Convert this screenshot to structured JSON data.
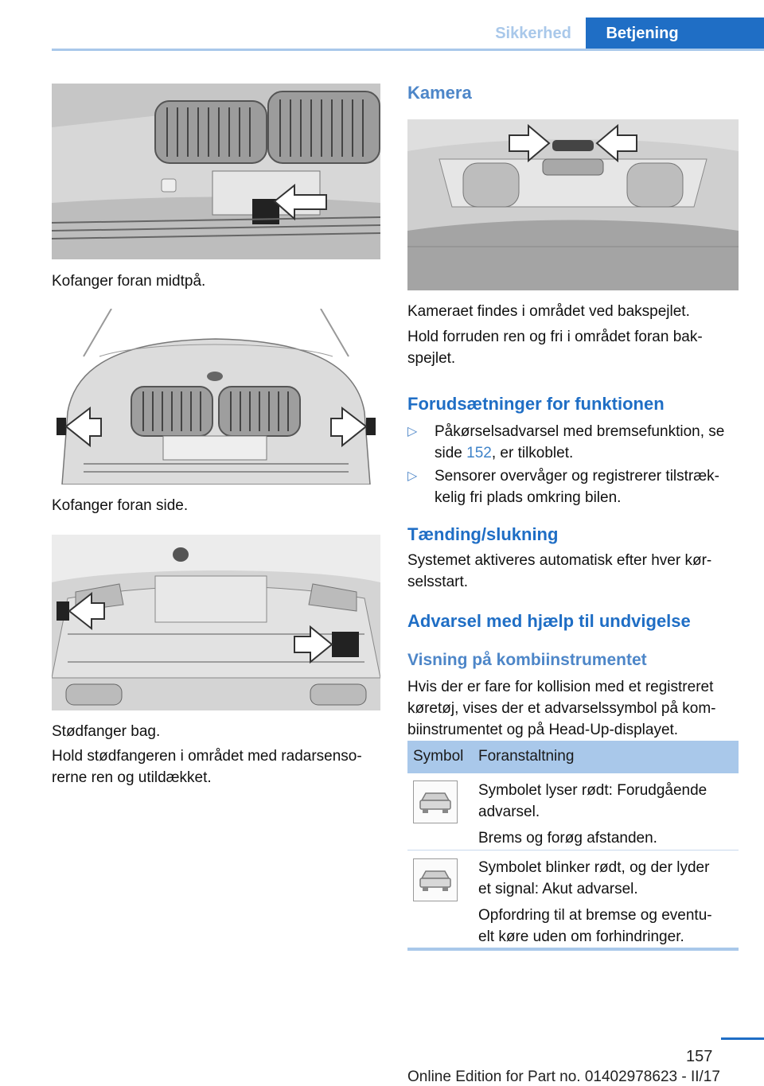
{
  "header": {
    "tab_inactive": "Sikkerhed",
    "tab_active": "Betjening"
  },
  "left": {
    "caption_front_middle": "Kofanger foran midtpå.",
    "caption_front_side": "Kofanger foran side.",
    "caption_rear": "Stødfanger bag.",
    "para_rear_1": "Hold stødfangeren i området med radarsenso-",
    "para_rear_2": "rerne ren og utildækket."
  },
  "right": {
    "heading_camera": "Kamera",
    "camera_p1": "Kameraet findes i området ved bakspejlet.",
    "camera_p2_1": "Hold forruden ren og fri i området foran bak-",
    "camera_p2_2": "spejlet.",
    "heading_prereq": "Forudsætninger for funktionen",
    "bullet_mark": "▷",
    "bullet1_a": "Påkørselsadvarsel med bremsefunktion, se",
    "bullet1_b_pre": "side ",
    "bullet1_link": "152",
    "bullet1_b_post": ", er tilkoblet.",
    "bullet2_a": "Sensorer overvåger og registrerer tilstræk-",
    "bullet2_b": "kelig fri plads omkring bilen.",
    "heading_ignition": "Tænding/slukning",
    "ignition_p1": "Systemet aktiveres automatisk efter hver kør-",
    "ignition_p2": "selsstart.",
    "heading_warning": "Advarsel med hjælp til undvigelse",
    "heading_display": "Visning på kombiinstrumentet",
    "display_p1": "Hvis der er fare for kollision med et registreret",
    "display_p2": "køretøj, vises der et advarselssymbol på kom-",
    "display_p3": "biinstrumentet og på Head-Up-displayet."
  },
  "table": {
    "col_symbol": "Symbol",
    "col_action": "Foranstaltning",
    "rows": [
      {
        "l1": "Symbolet lyser rødt: Forudgående",
        "l2": "advarsel.",
        "l3": "Brems og forøg afstanden."
      },
      {
        "l1": "Symbolet blinker rødt, og der lyder",
        "l2": "et signal: Akut advarsel.",
        "l3": "Opfordring til at bremse og eventu-",
        "l4": "elt køre uden om forhindringer."
      }
    ]
  },
  "footer": {
    "page_number": "157",
    "edition": "Online Edition for Part no. 01402978623 - II/17"
  }
}
